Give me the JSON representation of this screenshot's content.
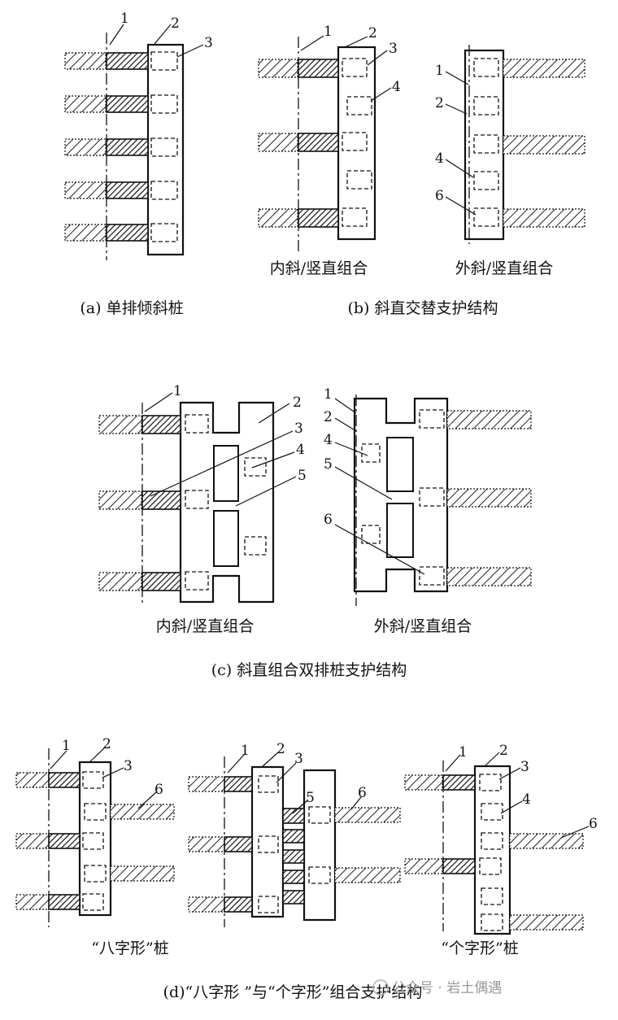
{
  "diagram": {
    "sub_labels": {
      "b_inner": "内斜/竖直组合",
      "b_outer": "外斜/竖直组合",
      "c_inner": "内斜/竖直组合",
      "c_outer": "外斜/竖直组合",
      "d_left": "“八字形”桩",
      "d_right": "“个字形”桩"
    },
    "captions": {
      "a": "(a) 单排倾斜桩",
      "b": "(b) 斜直交替支护结构",
      "c": "(c) 斜直组合双排桩支护结构",
      "d": "(d)“八字形 ”与“个字形”组合支护结构"
    },
    "numbers": [
      "1",
      "2",
      "3",
      "4",
      "5",
      "6"
    ],
    "watermark": "公众号 · 岩土偶遇",
    "colors": {
      "line": "#111111",
      "hatch": "#222222",
      "watermark": "#9a9a9a"
    }
  }
}
